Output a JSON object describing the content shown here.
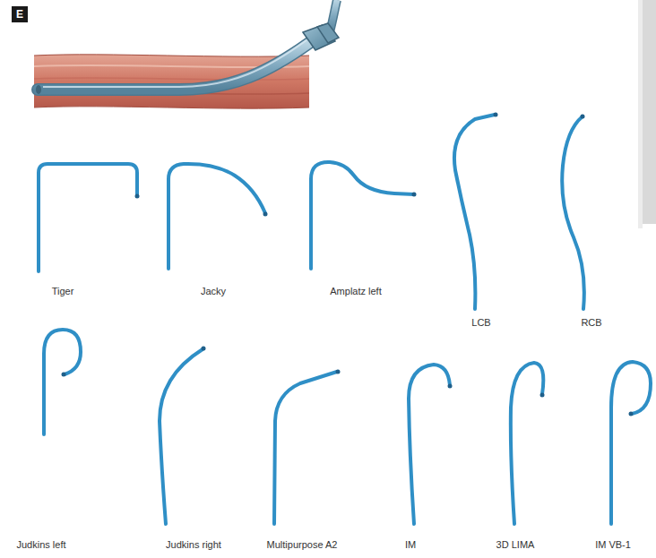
{
  "diagram": {
    "labels": [
      "E",
      "Tiger",
      "Jacky",
      "Amplatz left",
      "LCB",
      "RCB",
      "Judkins left",
      "Judkins right",
      "Multipurpose A2",
      "IM",
      "3D LIMA",
      "IM VB-1"
    ]
  }
}
